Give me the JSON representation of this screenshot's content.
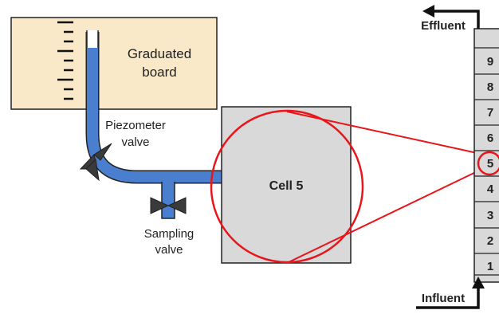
{
  "board": {
    "label_line1": "Graduated",
    "label_line2": "board"
  },
  "piezometer": {
    "label_line1": "Piezometer",
    "label_line2": "valve"
  },
  "sampling": {
    "label_line1": "Sampling",
    "label_line2": "valve"
  },
  "cell": {
    "label": "Cell 5"
  },
  "column": {
    "effluent": "Effluent",
    "influent": "Influent",
    "cells": [
      "9",
      "8",
      "7",
      "6",
      "5",
      "4",
      "3",
      "2",
      "1"
    ],
    "highlighted_cell": "5"
  },
  "colors": {
    "board_fill": "#FAE9C8",
    "tube": "#4A7FD0",
    "cell_fill": "#D9D9D9",
    "highlight": "#E8161B",
    "outline": "#222222"
  }
}
